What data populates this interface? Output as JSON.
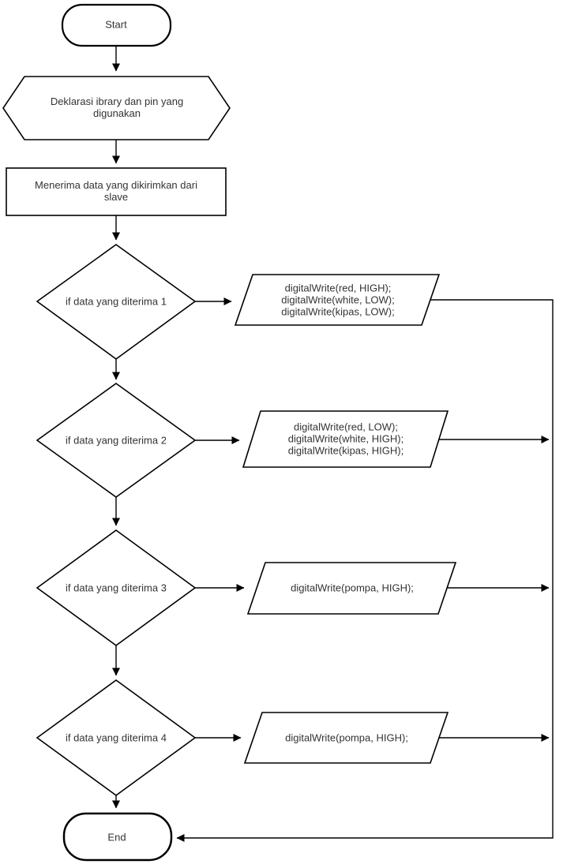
{
  "diagram": {
    "type": "flowchart",
    "background": "#ffffff",
    "colors": {
      "shape_stroke": "#000000",
      "connector_stroke": "#000000",
      "text": "#333333",
      "shape_fill": "#ffffff"
    },
    "nodes": {
      "start": {
        "type": "terminator",
        "label": "Start"
      },
      "declare": {
        "type": "preparation-hexagon",
        "label": "Deklarasi ibrary dan pin yang\ndigunakan"
      },
      "receive": {
        "type": "process",
        "label": "Menerima data yang dikirimkan dari\nslave"
      },
      "decision1": {
        "type": "decision",
        "label": "if data yang diterima 1"
      },
      "output1": {
        "type": "input-output",
        "label": "digitalWrite(red, HIGH);\ndigitalWrite(white, LOW);\ndigitalWrite(kipas, LOW);"
      },
      "decision2": {
        "type": "decision",
        "label": "if data yang diterima 2"
      },
      "output2": {
        "type": "input-output",
        "label": "digitalWrite(red, LOW);\ndigitalWrite(white, HIGH);\ndigitalWrite(kipas, HIGH);"
      },
      "decision3": {
        "type": "decision",
        "label": "if data yang diterima 3"
      },
      "output3": {
        "type": "input-output",
        "label": "digitalWrite(pompa, HIGH);"
      },
      "decision4": {
        "type": "decision",
        "label": "if data yang diterima 4"
      },
      "output4": {
        "type": "input-output",
        "label": "digitalWrite(pompa, HIGH);"
      },
      "end": {
        "type": "terminator",
        "label": "End"
      }
    },
    "edges": [
      {
        "from": "start",
        "to": "declare",
        "arrow": true
      },
      {
        "from": "declare",
        "to": "receive",
        "arrow": true
      },
      {
        "from": "receive",
        "to": "decision1",
        "arrow": true
      },
      {
        "from": "decision1",
        "to": "output1",
        "arrow": true
      },
      {
        "from": "decision1",
        "to": "decision2",
        "arrow": true
      },
      {
        "from": "decision2",
        "to": "output2",
        "arrow": true
      },
      {
        "from": "decision2",
        "to": "decision3",
        "arrow": true
      },
      {
        "from": "decision3",
        "to": "output3",
        "arrow": true
      },
      {
        "from": "decision3",
        "to": "decision4",
        "arrow": true
      },
      {
        "from": "decision4",
        "to": "output4",
        "arrow": true
      },
      {
        "from": "decision4",
        "to": "end",
        "arrow": true
      },
      {
        "from": "output1",
        "to": "end",
        "arrow": true,
        "via": "right-collector-line"
      },
      {
        "from": "output2",
        "to": "right-collector-line",
        "arrow": true
      },
      {
        "from": "output3",
        "to": "right-collector-line",
        "arrow": true
      },
      {
        "from": "output4",
        "to": "right-collector-line",
        "arrow": true
      }
    ]
  }
}
